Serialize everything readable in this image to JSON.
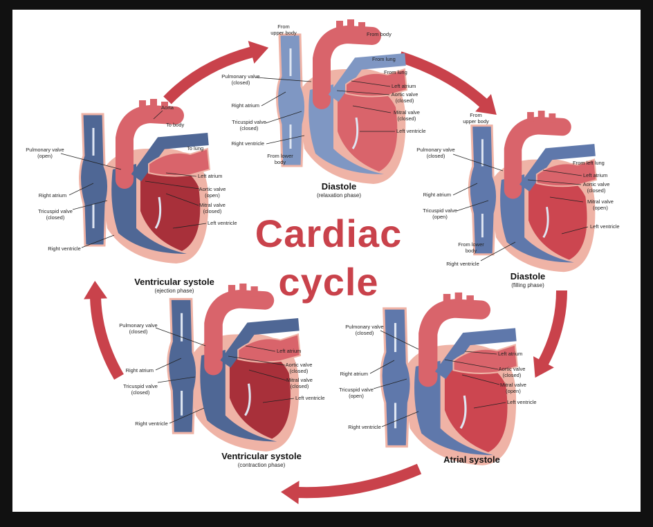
{
  "diagram": {
    "title_line1": "Cardiac",
    "title_line2": "cycle",
    "colors": {
      "cycle_arrow": "#c9424b",
      "wall": "#efb3a6",
      "title": "#c9424b"
    },
    "panels": [
      {
        "title": "Diastole",
        "subtitle": "(relaxation phase)",
        "colors": {
          "blue": "#7f97c3",
          "red": "#d9646b",
          "lv": "#d9646b"
        },
        "labels": [
          "From\nupper body",
          "From body",
          "From lung",
          "From lung",
          "Pulmonary valve\n(closed)",
          "Left atrium",
          "Aortic valve\n(closed)",
          "Right atrium",
          "Mitral  valve\n(closed)",
          "Tricuspid  valve\n(closed)",
          "Left ventricle",
          "Right ventricle",
          "From lower\nbody"
        ]
      },
      {
        "title": "Diastole",
        "subtitle": "(filling phase)",
        "colors": {
          "blue": "#5f78ab",
          "red": "#d9646b",
          "lv": "#cc4650"
        },
        "labels": [
          "From\nupper body",
          "Pulmonary valve\n(closed)",
          "From left lung",
          "Left atrium",
          "Aortic valve\n(closed)",
          "Right atrium",
          "Tricuspid  valve\n(open)",
          "Mitral  valve\n(open)",
          "Left ventricle",
          "From lower\nbody",
          "Right ventricle"
        ]
      },
      {
        "title": "Atrial  systole",
        "subtitle": "",
        "colors": {
          "blue": "#5f78ab",
          "red": "#d9646b",
          "lv": "#cc4650"
        },
        "labels": [
          "Pulmonary valve\n(closed)",
          "Left atrium",
          "Aortic valve\n(closed)",
          "Right atrium",
          "Mitral  valve\n(open)",
          "Tricuspid  valve\n(open)",
          "Left ventricle",
          "Right ventricle"
        ]
      },
      {
        "title": "Ventricular systole",
        "subtitle": "(contraction phase)",
        "colors": {
          "blue": "#4f6795",
          "red": "#d9646b",
          "lv": "#a8303a"
        },
        "labels": [
          "Pulmonary valve\n(closed)",
          "Left atrium",
          "Right atrium",
          "Aortic valve\n(closed)",
          "Tricuspid  valve\n(closed)",
          "Mitral  valve\n(closed)",
          "Left ventricle",
          "Right ventricle"
        ]
      },
      {
        "title": "Ventricular systole",
        "subtitle": "(ejection phase)",
        "colors": {
          "blue": "#4f6795",
          "red": "#d9646b",
          "lv": "#a8303a"
        },
        "labels": [
          "Aorta",
          "To body",
          "To lung",
          "Pulmonary valve\n(open)",
          "Left atrium",
          "Right atrium",
          "Aortic valve\n(open)",
          "Tricuspid  valve\n(closed)",
          "Mitral  valve\n(closed)",
          "Left ventricle",
          "Right ventricle"
        ]
      }
    ]
  }
}
